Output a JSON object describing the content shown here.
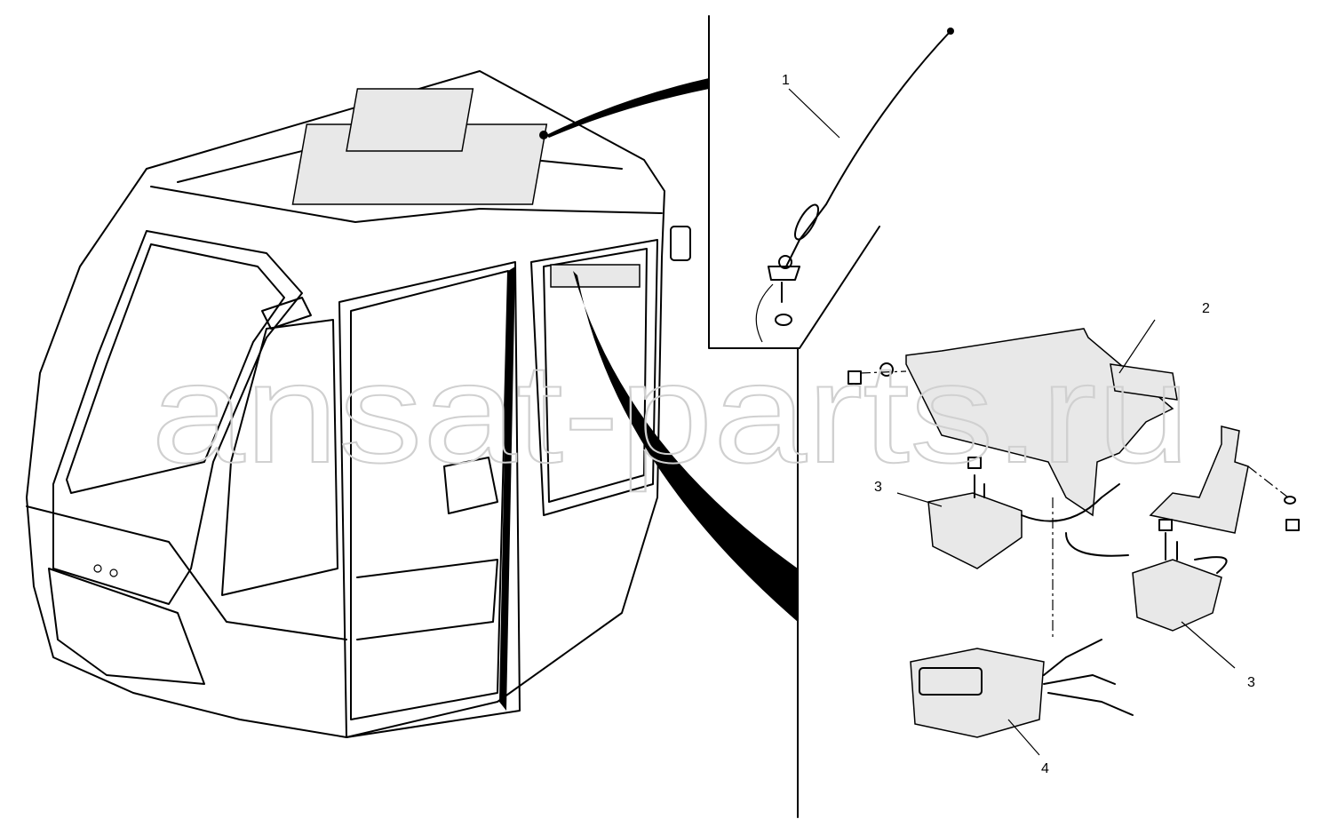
{
  "callouts": {
    "c1": "1",
    "c2": "2",
    "c3a": "3",
    "c3b": "3",
    "c4": "4"
  },
  "watermark": "ansat-parts.ru"
}
